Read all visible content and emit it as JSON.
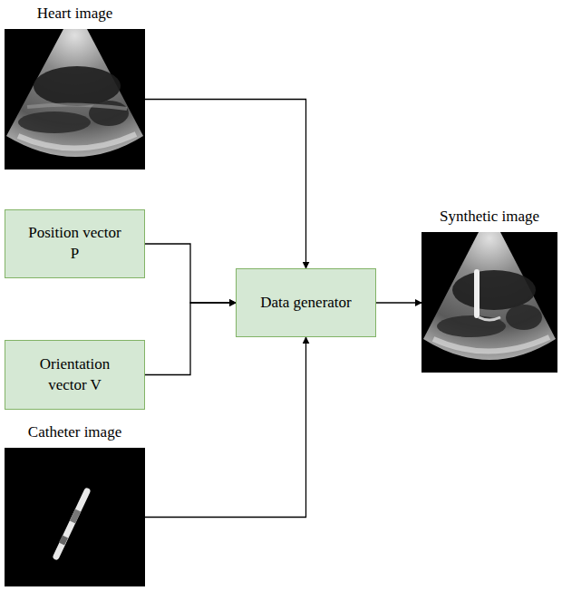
{
  "diagram": {
    "nodes": [
      {
        "text": [
          "Heart image"
        ]
      },
      {
        "text": [
          "Position vector P"
        ]
      },
      {
        "text": [
          "Orientation vector V"
        ]
      },
      {
        "text": [
          "Catheter image"
        ]
      },
      {
        "text": [
          "Data generator"
        ]
      },
      {
        "text": [
          "Synthetic image"
        ]
      }
    ],
    "edges": [
      {
        "from": 0,
        "to": 4,
        "arrow": "to"
      },
      {
        "from": 1,
        "to": 4,
        "arrow": "to"
      },
      {
        "from": 2,
        "to": 4,
        "arrow": "to"
      },
      {
        "from": 3,
        "to": 4,
        "arrow": "to"
      },
      {
        "from": 4,
        "to": 5,
        "arrow": "to"
      }
    ]
  }
}
